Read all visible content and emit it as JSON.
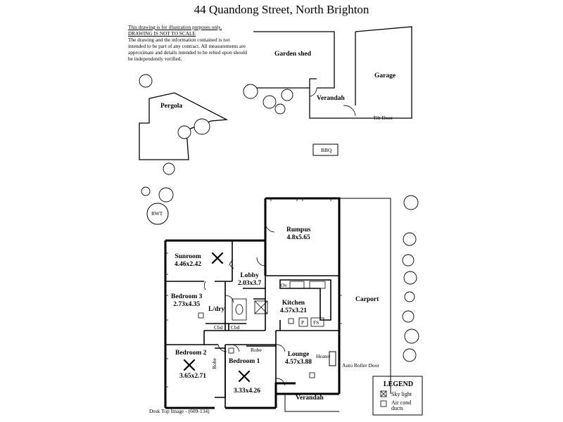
{
  "title": "44 Quandong  Street,  North Brighton",
  "disclaimer": {
    "line1": "This drawing is for illustration purposes only.",
    "line2": "DRAWING IS NOT TO SCALE",
    "body": "The drawing and the information contained is not intended to be part of any contract.  All measurements are approximate and details intended to be relied upon should be independently verified."
  },
  "outbuildings": {
    "garden_shed": "Garden shed",
    "garage": "Garage",
    "verandah": "Verandah",
    "tilt_door": "Tilt Door",
    "pergola": "Pergola",
    "bbq": "BBQ",
    "rwt": "RWT"
  },
  "rooms": {
    "rumpus": {
      "name": "Rumpus",
      "size": "4.8x5.65"
    },
    "sunroom": {
      "name": "Sunroom",
      "size": "4.46x2.42"
    },
    "lobby": {
      "name": "Lobby",
      "size": "2.03x3.7"
    },
    "bedroom3": {
      "name": "Bedroom 3",
      "size": "2.73x4.35"
    },
    "ldry": {
      "name": "L/dry"
    },
    "kitchen": {
      "name": "Kitchen",
      "size": "4.57x3.21"
    },
    "carport": {
      "name": "Carport"
    },
    "bedroom2": {
      "name": "Bedroom 2",
      "size": "3.65x2.71"
    },
    "bedroom1": {
      "name": "Bedroom 1",
      "size": "3.33x4.26"
    },
    "lounge": {
      "name": "Lounge",
      "size": "4.57x3.88"
    },
    "verandah": {
      "name": "Verandah"
    }
  },
  "fixtures": {
    "cbd1": "Cbd",
    "cbd2": "Cbd",
    "robe1": "Robe",
    "robe2": "Robe",
    "heater": "Heater",
    "auto_roller": "Auto Roller Door",
    "ov": "Ov",
    "p": "P",
    "fs": "FS"
  },
  "legend": {
    "title": "LEGEND",
    "skylight": "Sky light",
    "aircond": "Air cond ducts"
  },
  "footer": "Desk Top Image - (609-134)"
}
